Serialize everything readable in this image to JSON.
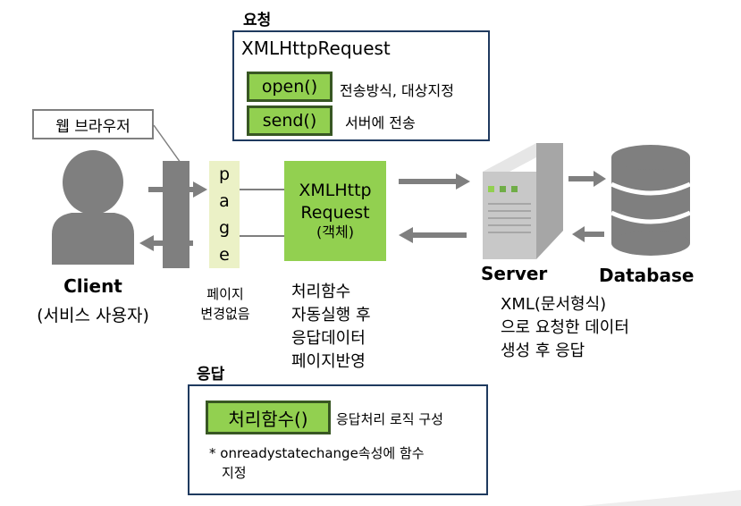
{
  "request": {
    "heading": "요청",
    "title": "XMLHttpRequest",
    "open_label": "open()",
    "open_desc": "전송방식, 대상지정",
    "send_label": "send()",
    "send_desc": "서버에 전송"
  },
  "browser_label": "웹 브라우저",
  "page_letters": [
    "p",
    "a",
    "g",
    "e"
  ],
  "xhr_object": {
    "line1": "XMLHttp",
    "line2": "Request",
    "line3": "(객체)"
  },
  "client": {
    "name": "Client",
    "desc": "(서비스 사용자)"
  },
  "page_note": {
    "line1": "페이지",
    "line2": "변경없음"
  },
  "handler_note": {
    "line1": "처리함수",
    "line2": "자동실행 후",
    "line3": "응답데이터",
    "line4": "페이지반영"
  },
  "server": {
    "name": "Server",
    "desc1": "XML(문서형식)",
    "desc2": "으로 요청한 데이터",
    "desc3": "생성 후 응답"
  },
  "database_label": "Database",
  "response": {
    "heading": "응답",
    "handler_label": "처리함수()",
    "handler_desc": "응답처리 로직 구성",
    "note_line1": "* onreadystatechange속성에 함수",
    "note_line2": "지정"
  },
  "colors": {
    "green": "#92d050",
    "green_border": "#385723",
    "navy": "#1f3a5f",
    "gray": "#7f7f7f",
    "page_bg": "#ebf1c6"
  }
}
